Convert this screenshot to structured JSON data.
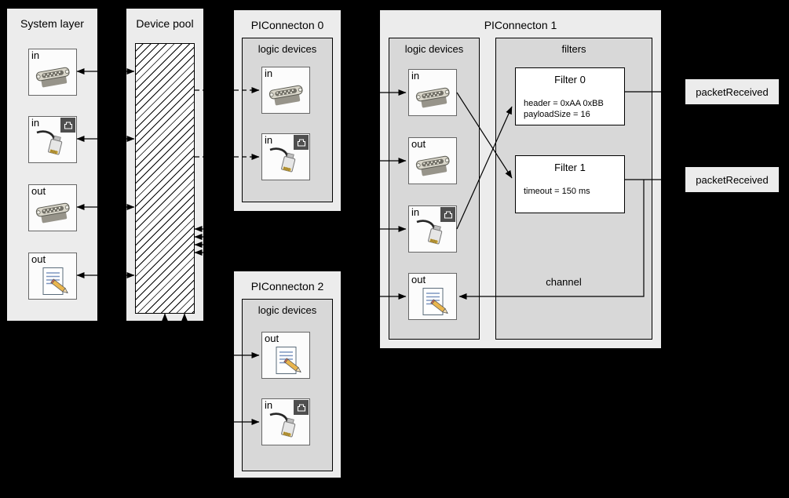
{
  "colors": {
    "background": "#000000",
    "panel": "#ececec",
    "inner_panel": "#d8d8d8",
    "filter_box": "#ffffff",
    "wire": "#000000"
  },
  "system_layer": {
    "title": "System layer",
    "devices": [
      {
        "label": "in",
        "type": "serial"
      },
      {
        "label": "in",
        "type": "ethernet"
      },
      {
        "label": "out",
        "type": "serial"
      },
      {
        "label": "out",
        "type": "script"
      }
    ]
  },
  "device_pool": {
    "title": "Device pool"
  },
  "piconnecton0": {
    "title": "PIConnecton 0",
    "section": "logic devices",
    "devices": [
      {
        "label": "in",
        "type": "serial"
      },
      {
        "label": "in",
        "type": "ethernet"
      }
    ]
  },
  "piconnecton1": {
    "title": "PIConnecton 1",
    "section": "logic devices",
    "filters_section": "filters",
    "devices": [
      {
        "label": "in",
        "type": "serial"
      },
      {
        "label": "out",
        "type": "serial"
      },
      {
        "label": "in",
        "type": "ethernet"
      },
      {
        "label": "out",
        "type": "script"
      }
    ],
    "filters": [
      {
        "title": "Filter 0",
        "params": [
          "header = 0xAA 0xBB",
          "payloadSize = 16"
        ]
      },
      {
        "title": "Filter 1",
        "params": [
          "timeout = 150 ms"
        ]
      }
    ],
    "channel_label": "channel"
  },
  "piconnecton2": {
    "title": "PIConnecton 2",
    "section": "logic devices",
    "devices": [
      {
        "label": "out",
        "type": "script"
      },
      {
        "label": "in",
        "type": "ethernet"
      }
    ]
  },
  "events": [
    {
      "label": "packetReceived"
    },
    {
      "label": "packetReceived"
    }
  ]
}
